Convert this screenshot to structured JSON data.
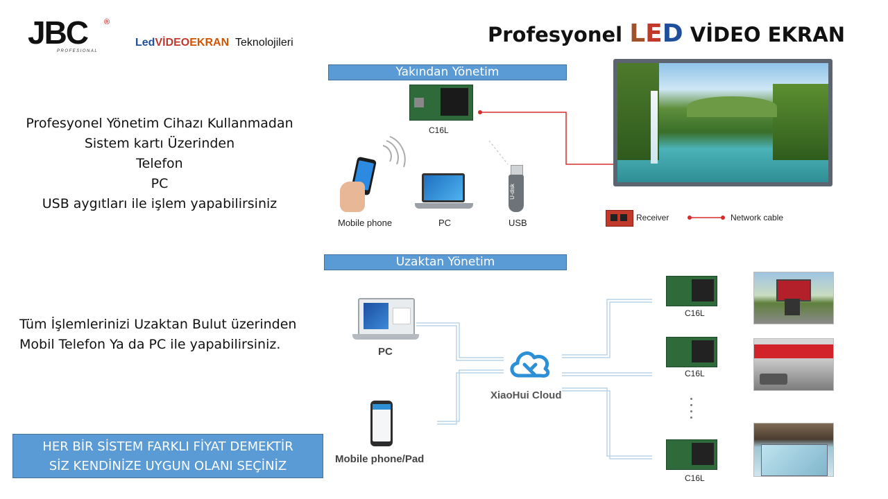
{
  "header": {
    "logo_text": "JBC",
    "logo_registered": "®",
    "logo_subtitle": "PROFESIONAL",
    "tagline": {
      "part1": "Led",
      "part2": "VİDEO",
      "part3": "EKRAN",
      "part4": "Teknolojileri"
    },
    "title": {
      "pre": "Profesyonel",
      "led_l": "L",
      "led_e": "E",
      "led_d": "D",
      "post": "VİDEO EKRAN"
    }
  },
  "near": {
    "bar_label": "Yakından Yönetim",
    "description": [
      "Profesyonel Yönetim Cihazı Kullanmadan",
      "Sistem kartı Üzerinden",
      "Telefon",
      "PC",
      "USB aygıtları ile işlem yapabilirsiniz"
    ],
    "controller_label": "C16L",
    "devices": {
      "phone": "Mobile phone",
      "pc": "PC",
      "usb": "USB",
      "usb_brand": "U-disk"
    },
    "legend": {
      "receiver": "Receiver",
      "network": "Network cable"
    }
  },
  "remote": {
    "bar_label": "Uzaktan Yönetim",
    "description": [
      "Tüm İşlemlerinizi Uzaktan Bulut üzerinden",
      "Mobil Telefon Ya da PC ile yapabilirsiniz."
    ],
    "pc_label": "PC",
    "mobile_label": "Mobile phone/Pad",
    "cloud_label": "XiaoHui Cloud",
    "controllers": [
      "C16L",
      "C16L",
      "C16L"
    ]
  },
  "price_note": [
    "HER BİR SİSTEM FARKLI FİYAT DEMEKTİR",
    "SİZ KENDİNİZE UYGUN OLANI SEÇİNİZ"
  ],
  "colors": {
    "bar_blue": "#5b9bd5",
    "network_red": "#d62b2b",
    "cloud_blue": "#2d8fd5"
  }
}
